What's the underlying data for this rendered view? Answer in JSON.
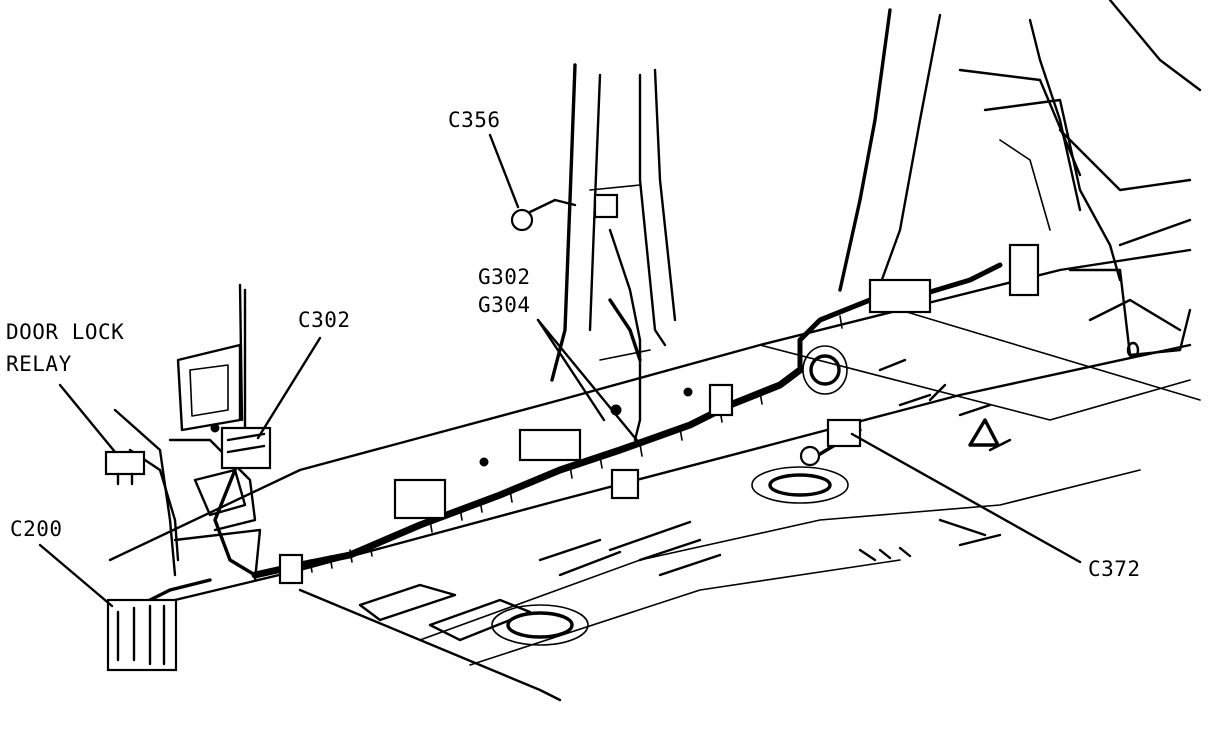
{
  "labels": {
    "door_lock_relay_line1": "DOOR LOCK",
    "door_lock_relay_line2": "RELAY",
    "c200": "C200",
    "c302": "C302",
    "c356": "C356",
    "g302": "G302",
    "g304": "G304",
    "c372": "C372"
  },
  "colors": {
    "ink": "#000000",
    "paper": "#ffffff"
  }
}
